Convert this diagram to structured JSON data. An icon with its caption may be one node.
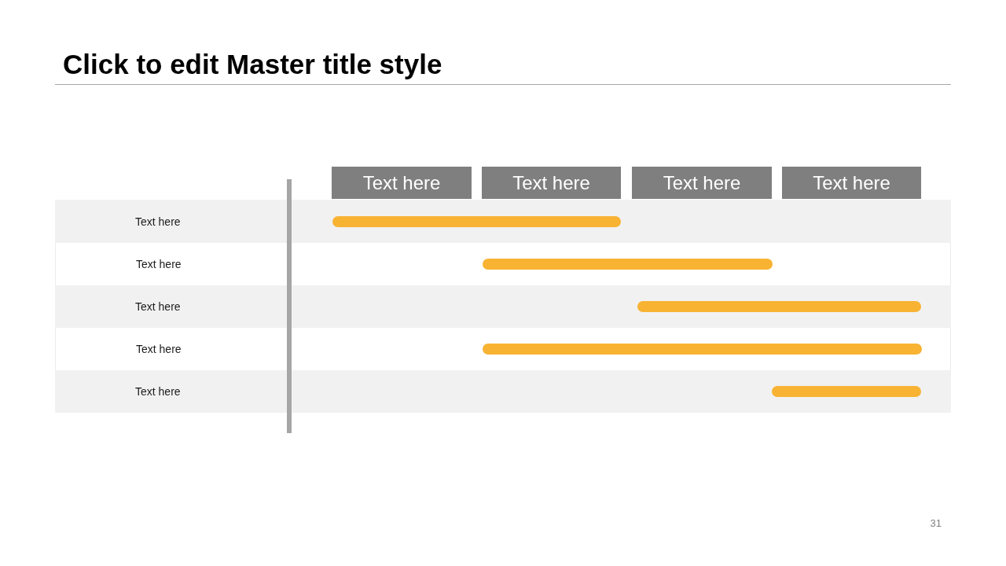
{
  "diagram": {
    "title": "Click to edit Master title style",
    "nodes": [
      {
        "text": [
          "Text here"
        ]
      },
      {
        "text": [
          "Text here"
        ]
      },
      {
        "text": [
          "Text here"
        ]
      },
      {
        "text": [
          "Text here"
        ]
      },
      {
        "text": [
          "Text here"
        ]
      },
      {
        "text": [
          "Text here"
        ]
      },
      {
        "text": [
          "Text here"
        ]
      },
      {
        "text": [
          "Text here"
        ]
      },
      {
        "text": [
          "Text here"
        ]
      },
      {
        "text": [],
        "shape": "bar",
        "in": 4
      },
      {
        "text": [],
        "shape": "bar",
        "in": 5
      },
      {
        "text": [],
        "shape": "bar",
        "in": 6
      },
      {
        "text": [],
        "shape": "bar",
        "in": 7
      },
      {
        "text": [],
        "shape": "bar",
        "in": 8
      }
    ],
    "labels": [
      "31"
    ]
  }
}
